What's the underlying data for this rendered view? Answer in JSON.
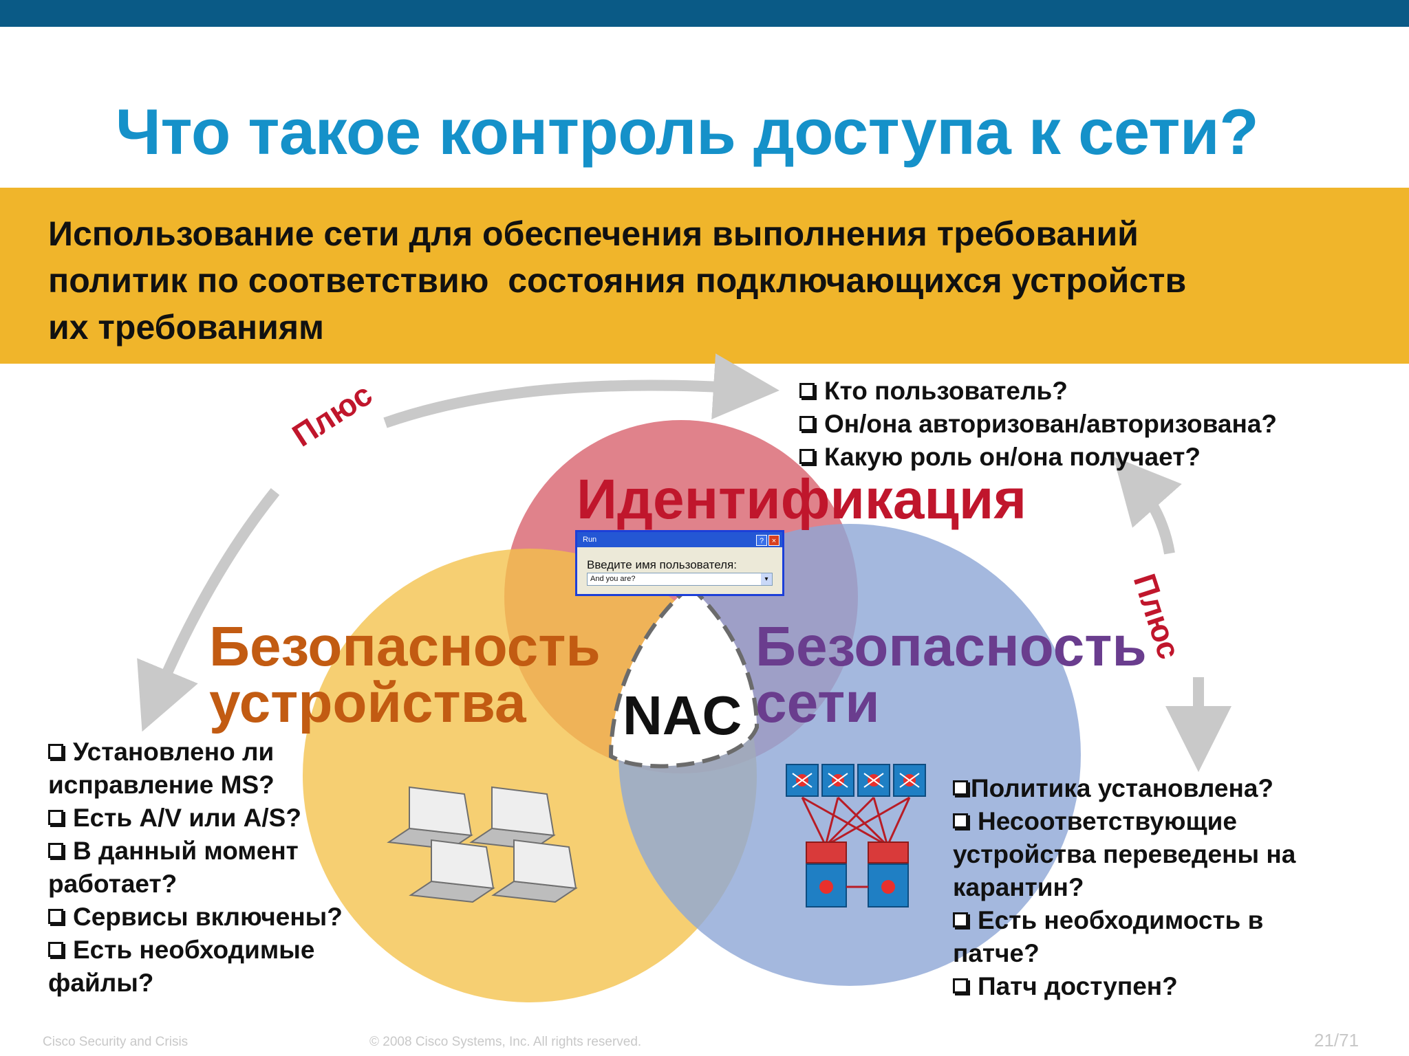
{
  "title": "Что такое контроль доступа к сети?",
  "banner_lines": [
    "Использование сети для обеспечения выполнения требований",
    "политик по соответствию  состояния подключающихся устройств",
    "их требованиям"
  ],
  "circles": {
    "identification": "Идентификация",
    "device_security": [
      "Безопасность",
      "устройства"
    ],
    "network_security": [
      "Безопасность",
      "сети"
    ],
    "center": "NAC"
  },
  "plus_labels": {
    "left": "Плюс",
    "right": "Плюс"
  },
  "questions": {
    "identity": [
      "Кто пользователь?",
      "Он/она авторизован/авторизована?",
      "Какую роль он/она получает?"
    ],
    "device": [
      "Установлено ли",
      "исправление MS?",
      "Есть A/V или A/S?",
      "В данный момент",
      "работает?",
      "Сервисы включены?",
      "Есть необходимые",
      "файлы?"
    ],
    "network": [
      "Политика установлена?",
      "Несоответствующие",
      "устройства переведены на",
      "карантин?",
      "Есть необходимость в",
      "патче?",
      "Патч доступен?"
    ]
  },
  "dialog": {
    "title": "Run",
    "help_btn": "?",
    "close_btn": "×",
    "prompt": "Введите имя пользователя:",
    "input_value": "And you are?",
    "dropdown": "▾"
  },
  "footer": {
    "left": "Cisco Security and Crisis",
    "center": "© 2008 Cisco Systems, Inc. All rights reserved.",
    "page": "21/71"
  },
  "colors": {
    "top_bar": "#0a5a86",
    "title": "#1591c9",
    "banner": "#f0b52b",
    "identity_circle": "#d4525e",
    "device_circle": "#f3c24a",
    "network_circle": "#8da6d6",
    "identity_text": "#c0162c",
    "device_text": "#c25b12",
    "network_text": "#6a3d8e"
  },
  "icons": [
    "laptop-icon",
    "switch-icon",
    "router-icon",
    "arrow-icon",
    "checkbox-icon"
  ]
}
